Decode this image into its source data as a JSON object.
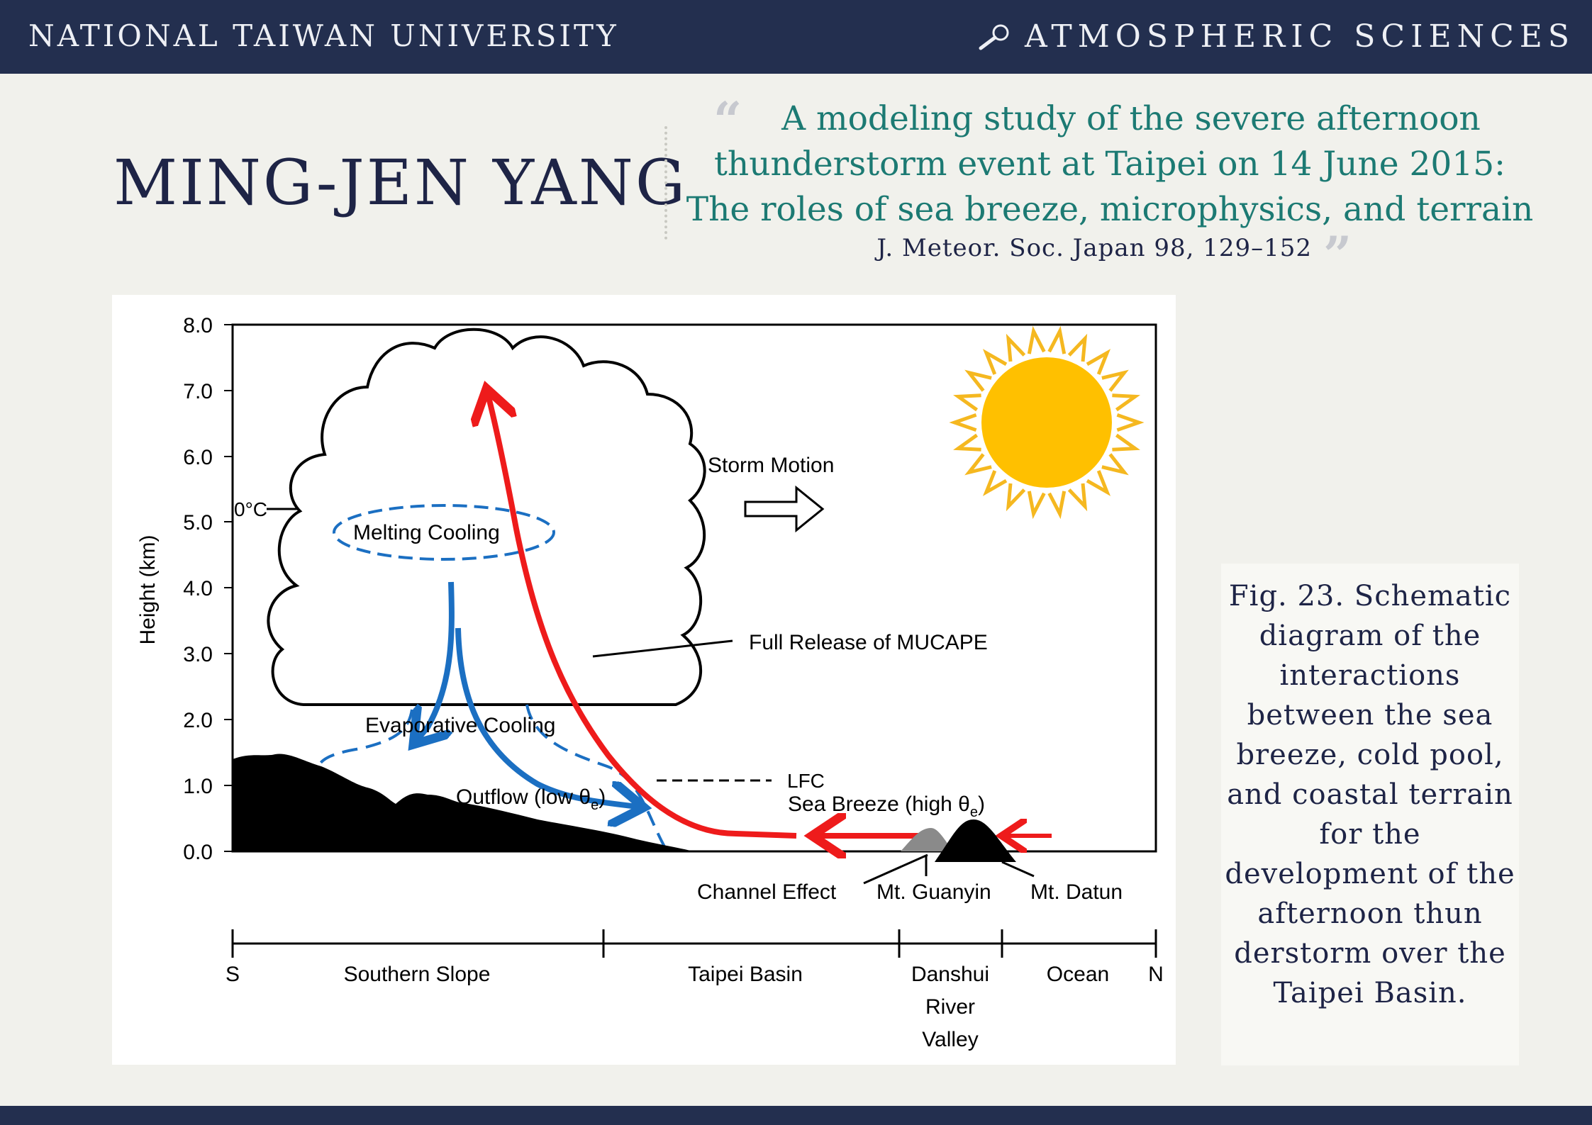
{
  "header": {
    "left": "NATIONAL TAIWAN UNIVERSITY",
    "right": "ATMOSPHERIC SCIENCES"
  },
  "author": "MING-JEN YANG",
  "paper": {
    "title_lines": [
      "A modeling study of the severe afternoon",
      "thunderstorm event at Taipei on 14 June 2015:",
      "The roles of sea breeze, microphysics, and terrain"
    ],
    "citation": "J. Meteor. Soc. Japan  98, 129–152"
  },
  "figure": {
    "ylabel": "Height (km)",
    "yticks": [
      "8.0",
      "7.0",
      "6.0",
      "5.0",
      "4.0",
      "3.0",
      "2.0",
      "1.0",
      "0.0"
    ],
    "freezing_level": "0°C",
    "labels": {
      "melting": "Melting Cooling",
      "storm_motion": "Storm Motion",
      "mucape": "Full Release of MUCAPE",
      "evaporative": "Evaporative Cooling",
      "outflow": "Outflow (low θe)",
      "lfc": "LFC",
      "sea_breeze": "Sea Breeze (high θe)",
      "channel": "Channel Effect",
      "guanyin": "Mt. Guanyin",
      "datun": "Mt. Datun"
    },
    "regions": {
      "s": "S",
      "southern_slope": "Southern Slope",
      "taipei_basin": "Taipei Basin",
      "danshui": [
        "Danshui",
        "River",
        "Valley"
      ],
      "ocean": "Ocean",
      "n": "N"
    },
    "colors": {
      "updraft": "#ee1b1b",
      "downdraft": "#1b6fc2",
      "sun": "#ffc000",
      "sun_rays": "#f5b820",
      "terrain": "#000000",
      "guanyin": "#8a8a8a"
    }
  },
  "caption": "Fig. 23. Schematic diagram of the interactions between the sea breeze, cold pool, and coastal terrain for the development of the afternoon thun derstorm over the Taipei Basin.",
  "colors": {
    "bar": "#232f4f",
    "background": "#f1f1ec",
    "author": "#1e2446",
    "title": "#1c7a73"
  }
}
